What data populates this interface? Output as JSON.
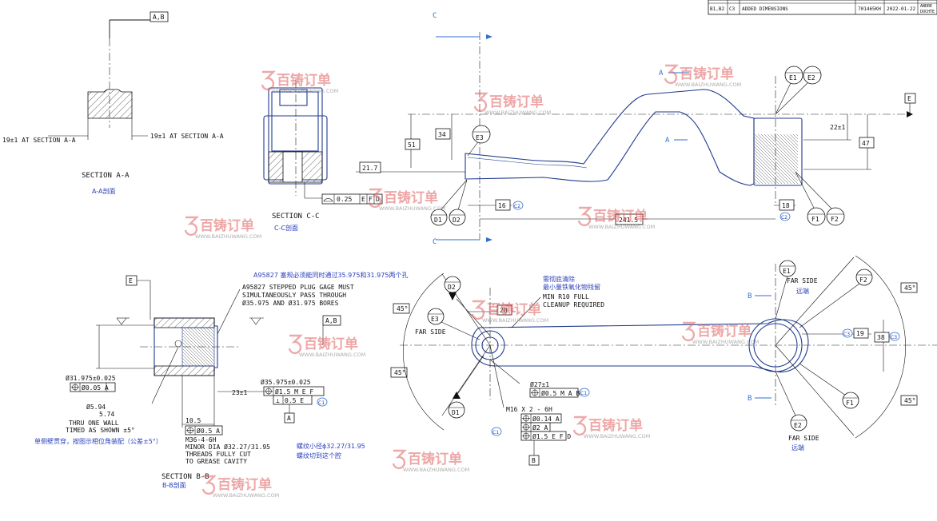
{
  "title_block": {
    "zone": "B1,B2",
    "rev": "C3",
    "description": "ADDED DIMENSIONS",
    "ecn": "701465KH",
    "date": "2022-01-22",
    "name_1": "ANDRE",
    "name_2": "DOCHTE"
  },
  "section_aa": {
    "datum_ref": "A,B",
    "left_note": "19±1 AT SECTION A-A",
    "right_note": "19±1 AT SECTION A-A",
    "title": "SECTION A-A",
    "title_cn": "A-A剖面"
  },
  "section_cc": {
    "title": "SECTION C-C",
    "title_cn": "C-C剖面",
    "profile_tol": "0.25",
    "profile_datums": [
      "E",
      "F",
      "D"
    ]
  },
  "side_view": {
    "section_label_top": "C",
    "section_label_bottom": "C",
    "view_label_a_top": "A",
    "view_label_a_mid": "A",
    "datum_e": "E",
    "dims": {
      "d34": "34",
      "d51": "51",
      "d21_7": "21.7",
      "d16": "16",
      "d241_5": "241.5",
      "d18": "18",
      "d22": "22±1",
      "d47": "47"
    },
    "bubbles": [
      "E3",
      "D1",
      "D2",
      "E1",
      "E2",
      "F1",
      "F2",
      "C2",
      "C2"
    ]
  },
  "section_bb": {
    "datum_e": "E",
    "datum_ref": "A,B",
    "note_cn": "A95827 塞规必须能同时通过35.975和31.975两个孔",
    "note_1": "A95827 STEPPED PLUG GAGE MUST",
    "note_2": "SIMULTANEOUSLY PASS THROUGH",
    "note_3": "Ø35.975 AND Ø31.975 BORES",
    "bore1": "Ø31.975±0.025",
    "bore1_fcf": "Ø0.05 A",
    "bore2": "Ø35.975±0.025",
    "bore2_fcf1": "Ø1.5 M E F",
    "bore2_fcf2": "0.5 E",
    "bore2_datum": "A",
    "bubble_c1": "C1",
    "d23": "23±1",
    "hole_dia_1": "Ø5.94",
    "hole_dia_2": "5.74",
    "thru_1": "THRU ONE WALL",
    "thru_2": "TIMED AS SHOWN ±5°",
    "thru_cn": "单侧壁贯穿，按图示相位角装配（公差±5°）",
    "d10_5": "10.5",
    "thread_fcf": "Ø0.5 A",
    "thread_1": "M36-4-6H",
    "thread_2": "MINOR DIA Ø32.27/31.95",
    "thread_3": "THREADS FULLY CUT",
    "thread_4": "TO GREASE CAVITY",
    "thread_cn_1": "螺纹小径ϕ32.27/31.95",
    "thread_cn_2": "螺纹切到这个腔",
    "title": "SECTION B-B",
    "title_cn": "B-B剖面"
  },
  "top_view": {
    "bubbles": [
      "E1",
      "F2",
      "E3",
      "D2",
      "D1",
      "F1",
      "E2",
      "C3",
      "C3",
      "C1"
    ],
    "angles": [
      "45°",
      "45°",
      "45°",
      "45°"
    ],
    "far_side_1": "FAR SIDE",
    "far_side_1_cn": "远端",
    "far_side_2": "FAR SIDE",
    "far_side_3": "FAR SIDE",
    "far_side_3_cn": "远端",
    "d20": "20",
    "d19": "19",
    "d38": "38",
    "cleanup_cn_1": "需彻底清除",
    "cleanup_cn_2": "最小量铁氧化物残留",
    "cleanup_1": "MIN R10 FULL",
    "cleanup_2": "CLEANUP REQUIRED",
    "hole_dia": "Ø27±1",
    "hole_fcf": "Ø0.5 M A B",
    "section_b_top": "B",
    "section_b_bottom": "B",
    "thread_spec": "M16 X 2 - 6H",
    "fcf1": "Ø0.14 A",
    "fcf2": "Ø2 A",
    "fcf3": "Ø1.5 E F D",
    "datum_b": "B"
  },
  "watermark": {
    "brand": "百铸订单",
    "url": "WWW.BAIZHUWANG.COM"
  }
}
